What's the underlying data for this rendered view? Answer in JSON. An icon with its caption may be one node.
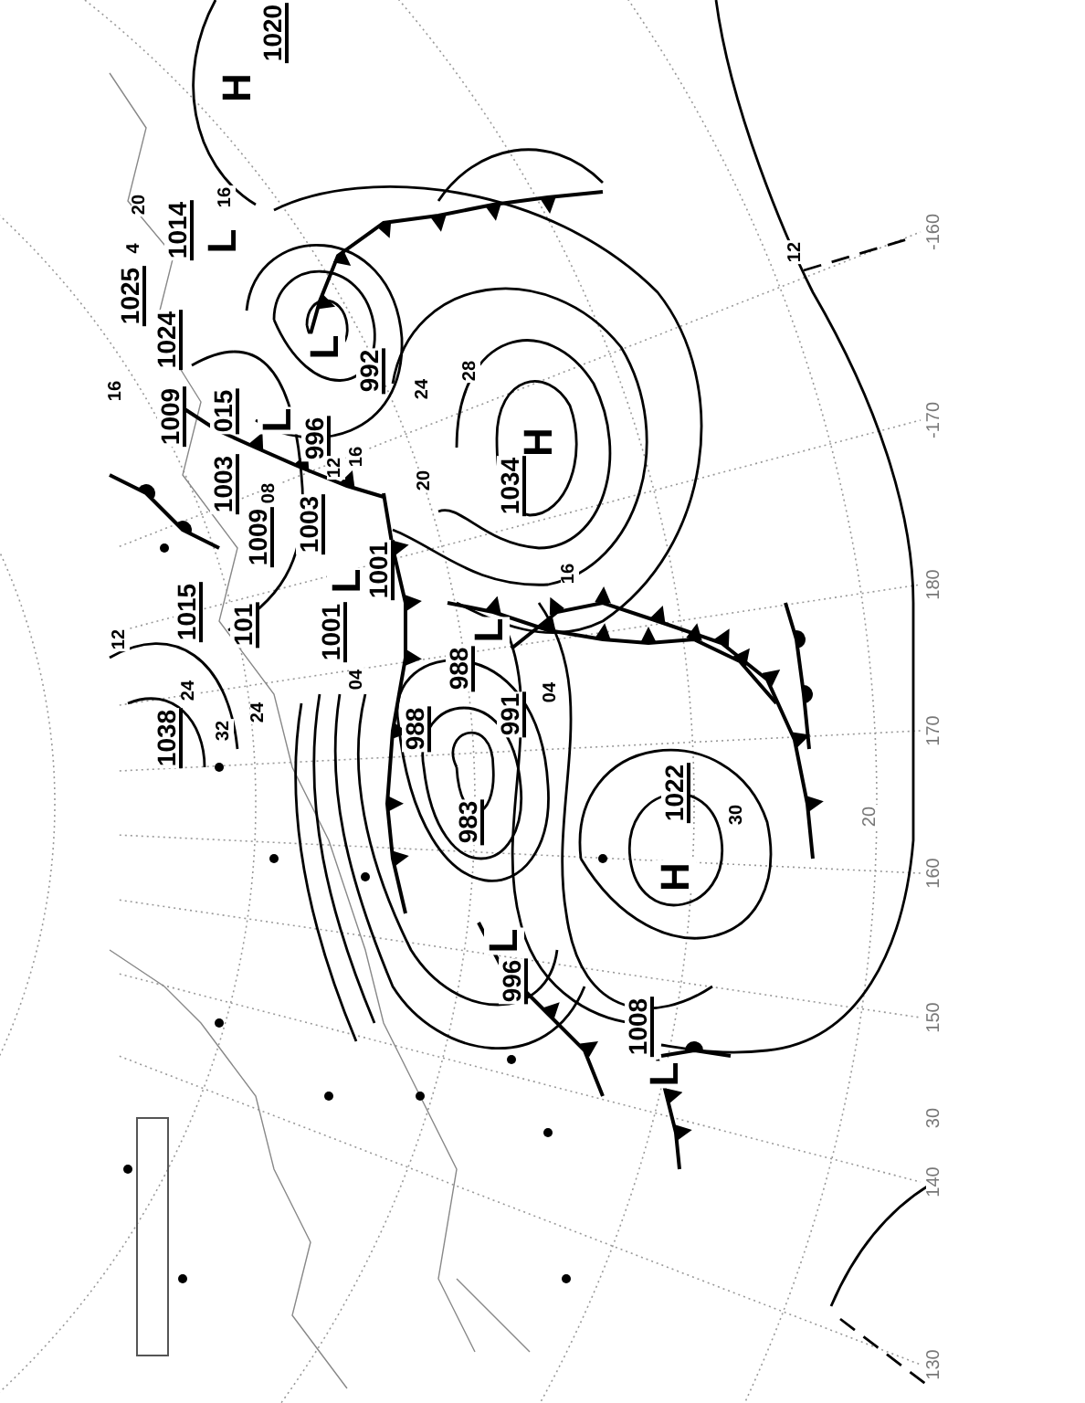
{
  "diagram": {
    "labels": [
      "1020",
      "H",
      "16",
      "20",
      "1014",
      "L",
      "-160",
      "12",
      "4",
      "1025",
      "1024",
      "L",
      "992",
      "28",
      "24",
      "16",
      "015",
      "1009",
      "L",
      "-170",
      "996",
      "H",
      "16",
      "12",
      "20",
      "1003",
      "1034",
      "08",
      "1003",
      "1009",
      "1001",
      "16",
      "L",
      "180",
      "1015",
      "101",
      "L",
      "1001",
      "12",
      "988",
      "04",
      "24",
      "04",
      "24",
      "991",
      "988",
      "32",
      "170",
      "1038",
      "1022",
      "30",
      "20",
      "983",
      "H",
      "160",
      "L",
      "996",
      "150",
      "1008",
      "L",
      "30",
      "140",
      "130"
    ]
  }
}
